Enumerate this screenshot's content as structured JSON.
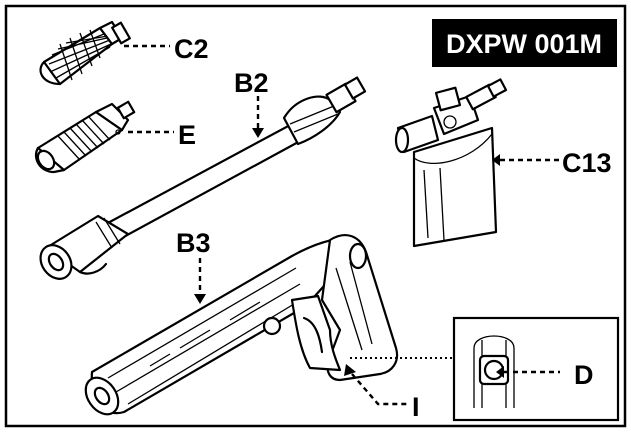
{
  "model": "DXPW 001M",
  "labels": {
    "c2": "C2",
    "e": "E",
    "b2": "B2",
    "c13": "C13",
    "b3": "B3",
    "d": "D",
    "i": "I"
  },
  "colors": {
    "frame": "#000000",
    "model_bg": "#000000",
    "model_text": "#ffffff",
    "line": "#000000",
    "background": "#ffffff"
  }
}
